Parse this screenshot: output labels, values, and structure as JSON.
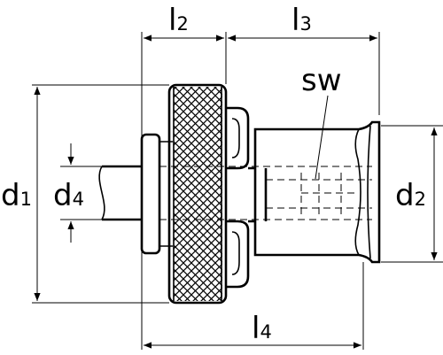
{
  "labels": {
    "l2": {
      "main": "l",
      "sub": "2"
    },
    "l3": {
      "main": "l",
      "sub": "3"
    },
    "l4": {
      "main": "l",
      "sub": "4"
    },
    "d1": {
      "main": "d",
      "sub": "1"
    },
    "d2": {
      "main": "d",
      "sub": "2"
    },
    "d4": {
      "main": "d",
      "sub": "4"
    },
    "sw": {
      "main": "sw"
    }
  },
  "colors": {
    "line": "#000000",
    "background": "#ffffff"
  }
}
